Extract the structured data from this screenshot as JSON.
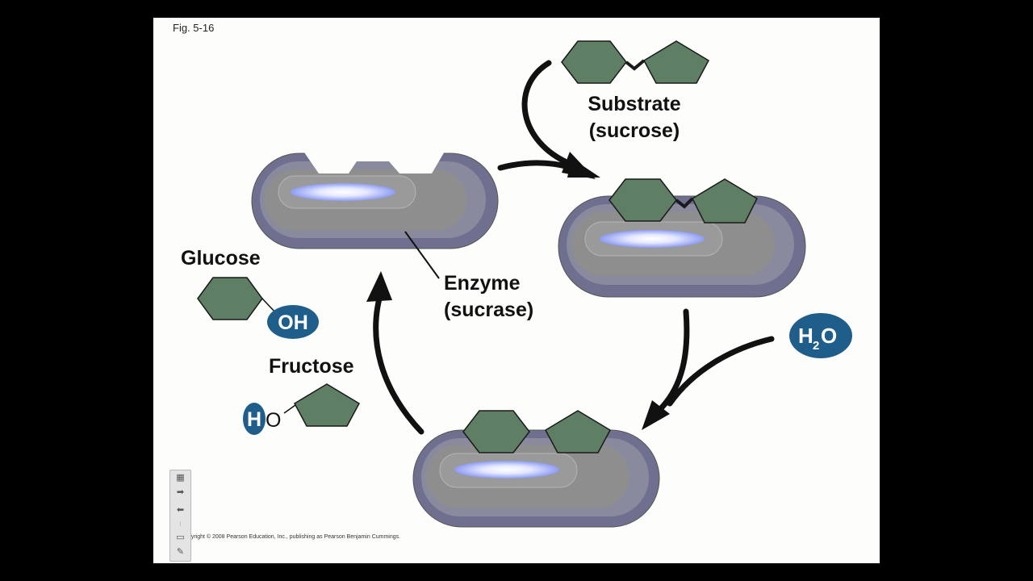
{
  "slide": {
    "fig_label": "Fig. 5-16",
    "copyright": "Copyright © 2008 Pearson Education, Inc., publishing as Pearson Benjamin Cummings."
  },
  "labels": {
    "substrate_line1": "Substrate",
    "substrate_line2": "(sucrose)",
    "enzyme_line1": "Enzyme",
    "enzyme_line2": "(sucrase)",
    "glucose": "Glucose",
    "fructose": "Fructose",
    "oh": "OH",
    "h2o_h": "H",
    "h2o_sub": "2",
    "h2o_o": "O",
    "ho_h": "H",
    "ho_o": "O"
  },
  "colors": {
    "background": "#000000",
    "slide": "#fdfdfb",
    "molecule": "#5f7f64",
    "ion": "#1f5e8a",
    "enzyme_outer": "#7a7a94",
    "enzyme_inner": "#8d8d8d",
    "active_glow": "#a9b6f5"
  },
  "toolbar": {
    "icons": [
      "grid-icon",
      "arrow-right-icon",
      "arrow-left-icon",
      "page-counter",
      "monitor-icon",
      "pen-icon"
    ]
  }
}
